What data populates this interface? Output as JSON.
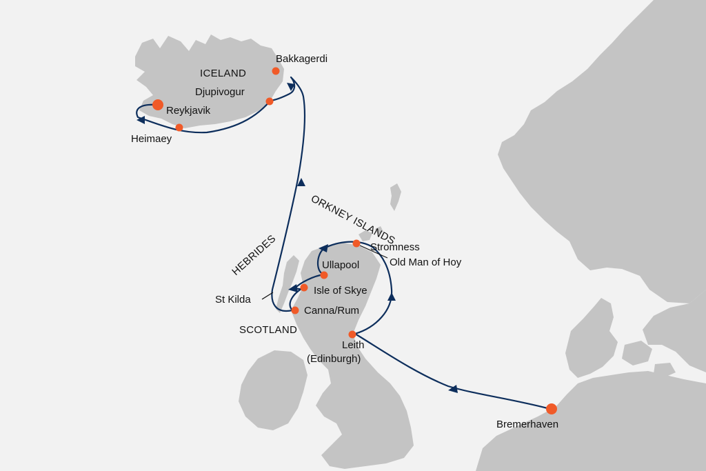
{
  "colors": {
    "background": "#f2f2f2",
    "land": "#c4c4c4",
    "route": "#0d2e5c",
    "port_marker": "#f05a28",
    "label": "#111111"
  },
  "regions": {
    "iceland": "ICELAND",
    "orkney": "ORKNEY ISLANDS",
    "hebrides": "HEBRIDES",
    "scotland": "SCOTLAND"
  },
  "ports": {
    "bakkagerdi": "Bakkagerdi",
    "djupivogur": "Djupivogur",
    "reykjavik": "Reykjavik",
    "heimaey": "Heimaey",
    "stromness": "Stromness",
    "old_man_of_hoy": "Old Man of Hoy",
    "ullapool": "Ullapool",
    "isle_of_skye": "Isle of Skye",
    "st_kilda": "St Kilda",
    "canna_rum": "Canna/Rum",
    "leith_line1": "Leith",
    "leith_line2": "(Edinburgh)",
    "bremerhaven": "Bremerhaven"
  },
  "icons": {
    "port": "orange-dot-icon",
    "major_port": "large-orange-dot-icon",
    "direction": "route-arrow-icon"
  }
}
